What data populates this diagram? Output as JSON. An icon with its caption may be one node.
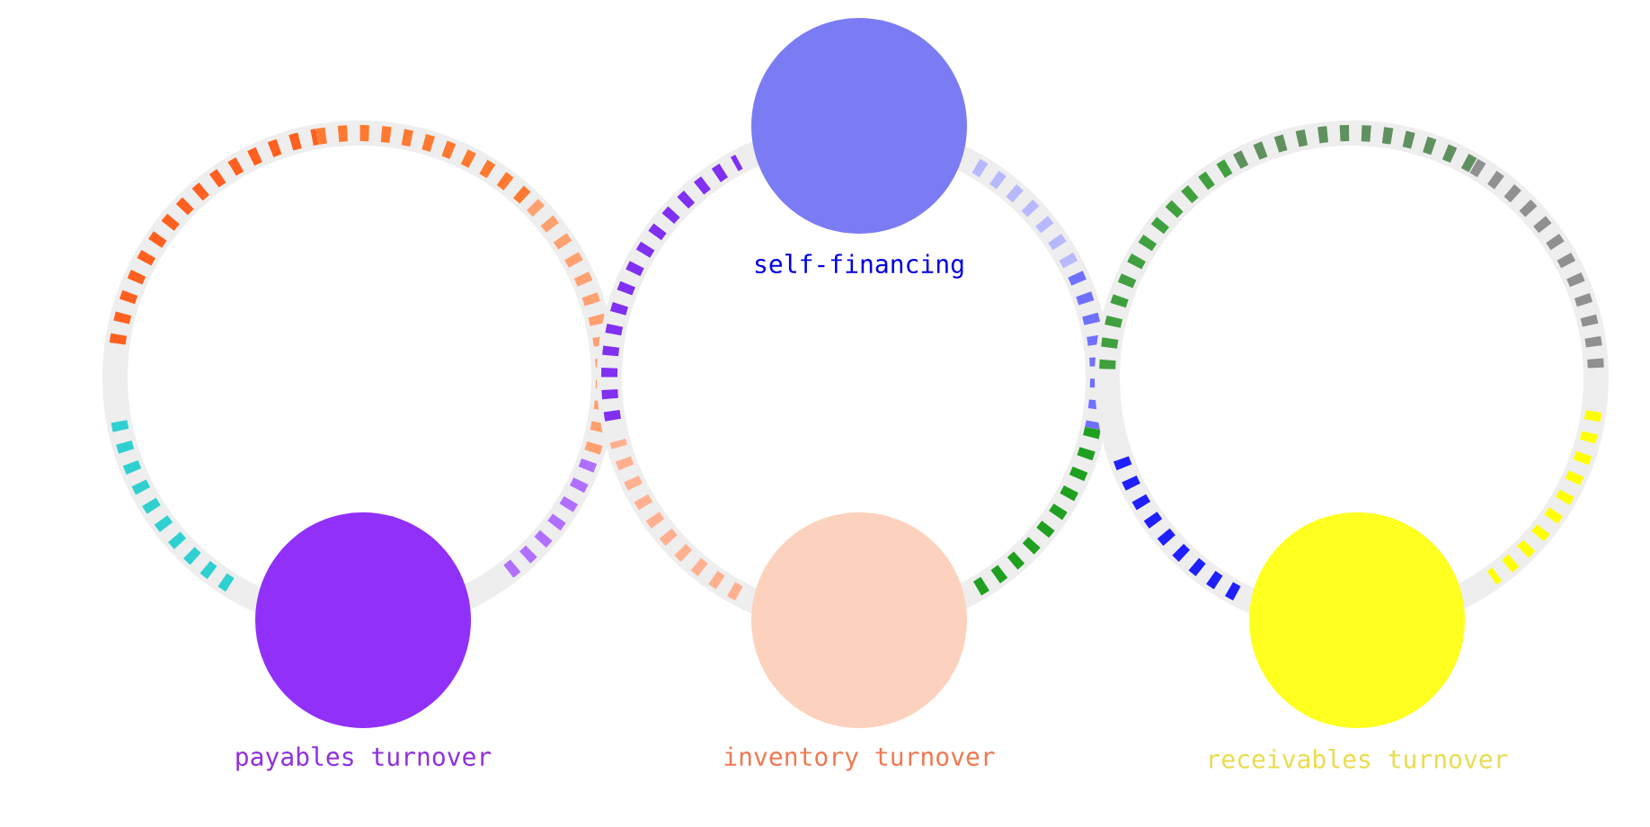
{
  "diagram": {
    "nodes": [
      {
        "text": [
          "self-financing"
        ]
      },
      {
        "text": [
          "payables turnover"
        ]
      },
      {
        "text": [
          "inventory turnover"
        ]
      },
      {
        "text": [
          "receivables turnover"
        ]
      }
    ]
  }
}
